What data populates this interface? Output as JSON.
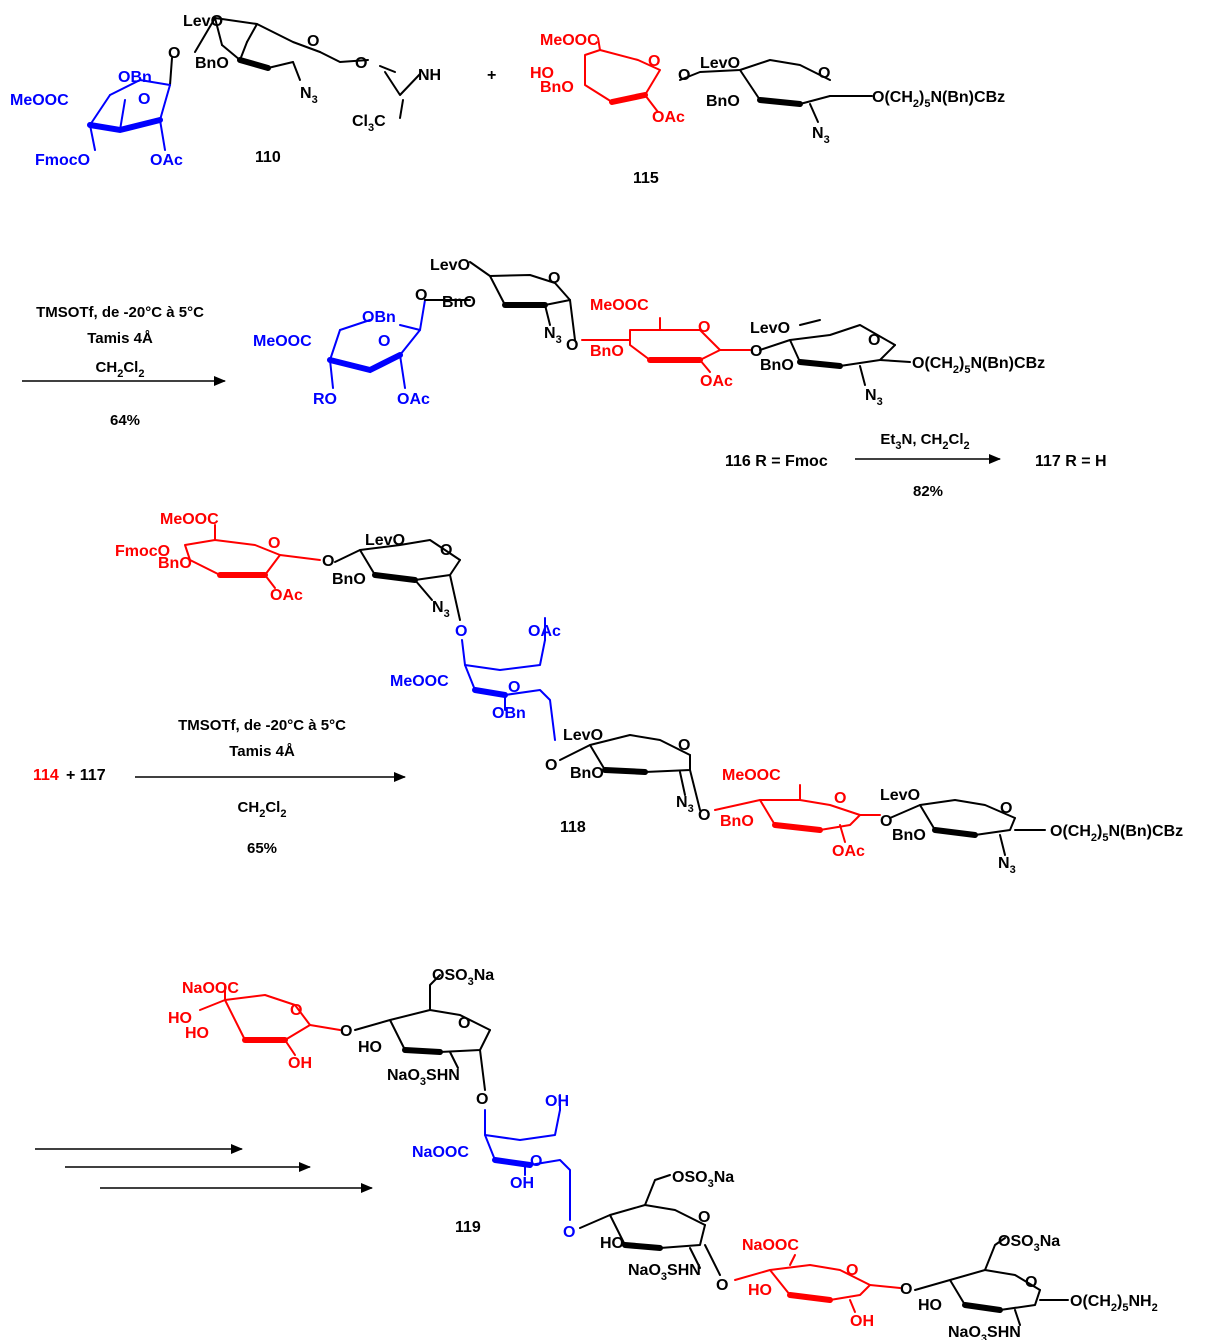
{
  "compounds": {
    "c110": "110",
    "c115": "115",
    "c116": "116 R = Fmoc",
    "c117": "117 R = H",
    "c118": "118",
    "c119": "119",
    "plus": "+",
    "c114": "114",
    "plus117": "+ 117"
  },
  "steps": {
    "step1": {
      "line1": "TMSOTf, de -20°C à 5°C",
      "line2": "Tamis 4Å",
      "line3": "CH2Cl2",
      "yield": "64%"
    },
    "step2": {
      "line1": "Et3N, CH2Cl2",
      "yield": "82%"
    },
    "step3": {
      "line1": "TMSOTf, de -20°C à 5°C",
      "line2": "Tamis 4Å",
      "line3": "CH2Cl2",
      "yield": "65%"
    }
  },
  "labels": {
    "LevO": "LevO",
    "BnO": "BnO",
    "O": "O",
    "N3": "N3",
    "NH": "NH",
    "Cl3C": "Cl3C",
    "OBn": "OBn",
    "OAc": "OAc",
    "MeOOC": "MeOOC",
    "FmocO": "FmocO",
    "HO": "HO",
    "RO": "RO",
    "linker": "O(CH2)5N(Bn)CBz",
    "NaOOC": "NaOOC",
    "OSO3Na": "OSO3Na",
    "NaO3SHN": "NaO3SHN",
    "OH": "OH",
    "amine": "O(CH2)5NH2"
  },
  "colors": {
    "glucuronic": "#ff0000",
    "iduronic": "#0000ff",
    "glucosamine": "#000000"
  }
}
